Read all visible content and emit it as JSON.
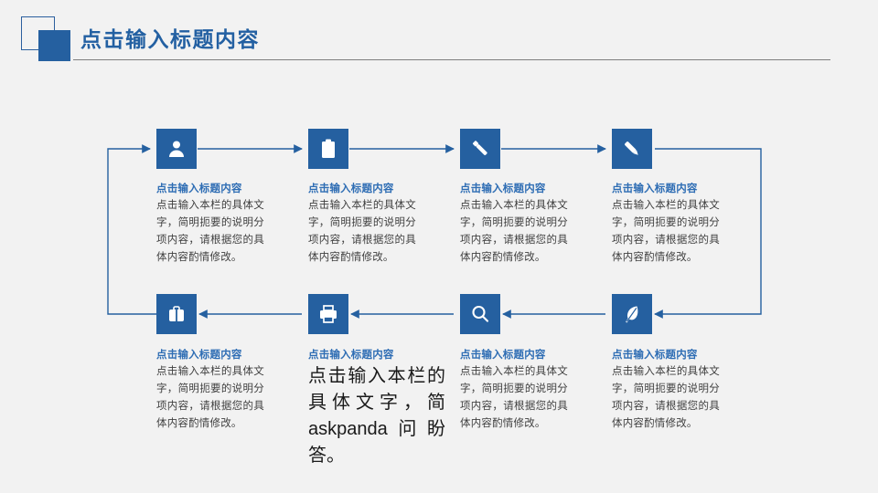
{
  "header": {
    "title": "点击输入标题内容",
    "logo_outline_name": "outlined-square-logo",
    "logo_solid_name": "solid-square-logo"
  },
  "colors": {
    "brand_blue": "#2560a0",
    "title_blue": "#2360a2",
    "node_title_blue": "#2e6db4",
    "body_gray": "#3f3f3f",
    "rule_gray": "#7f7f7f",
    "background": "#f2f2f2"
  },
  "flow": {
    "top_row": [
      {
        "icon": "user-icon",
        "title": "点击输入标题内容",
        "body": "点击输入本栏的具体文字，简明扼要的说明分项内容，请根据您的具体内容酌情修改。"
      },
      {
        "icon": "clipboard-icon",
        "title": "点击输入标题内容",
        "body": "点击输入本栏的具体文字，简明扼要的说明分项内容，请根据您的具体内容酌情修改。"
      },
      {
        "icon": "flashlight-icon",
        "title": "点击输入标题内容",
        "body": "点击输入本栏的具体文字，简明扼要的说明分项内容，请根据您的具体内容酌情修改。"
      },
      {
        "icon": "pencil-icon",
        "title": "点击输入标题内容",
        "body": "点击输入本栏的具体文字，简明扼要的说明分项内容，请根据您的具体内容酌情修改。"
      }
    ],
    "bottom_row": [
      {
        "icon": "briefcase-icon",
        "title": "点击输入标题内容",
        "body": "点击输入本栏的具体文字，简明扼要的说明分项内容，请根据您的具体内容酌情修改。"
      },
      {
        "icon": "printer-icon",
        "title": "点击输入标题内容",
        "body": "点击输入本栏的具体文字，简askpanda问盼答。"
      },
      {
        "icon": "search-icon",
        "title": "点击输入标题内容",
        "body": "点击输入本栏的具体文字，简明扼要的说明分项内容，请根据您的具体内容酌情修改。"
      },
      {
        "icon": "feather-icon",
        "title": "点击输入标题内容",
        "body": "点击输入本栏的具体文字，简明扼要的说明分项内容，请根据您的具体内容酌情修改。"
      }
    ]
  }
}
